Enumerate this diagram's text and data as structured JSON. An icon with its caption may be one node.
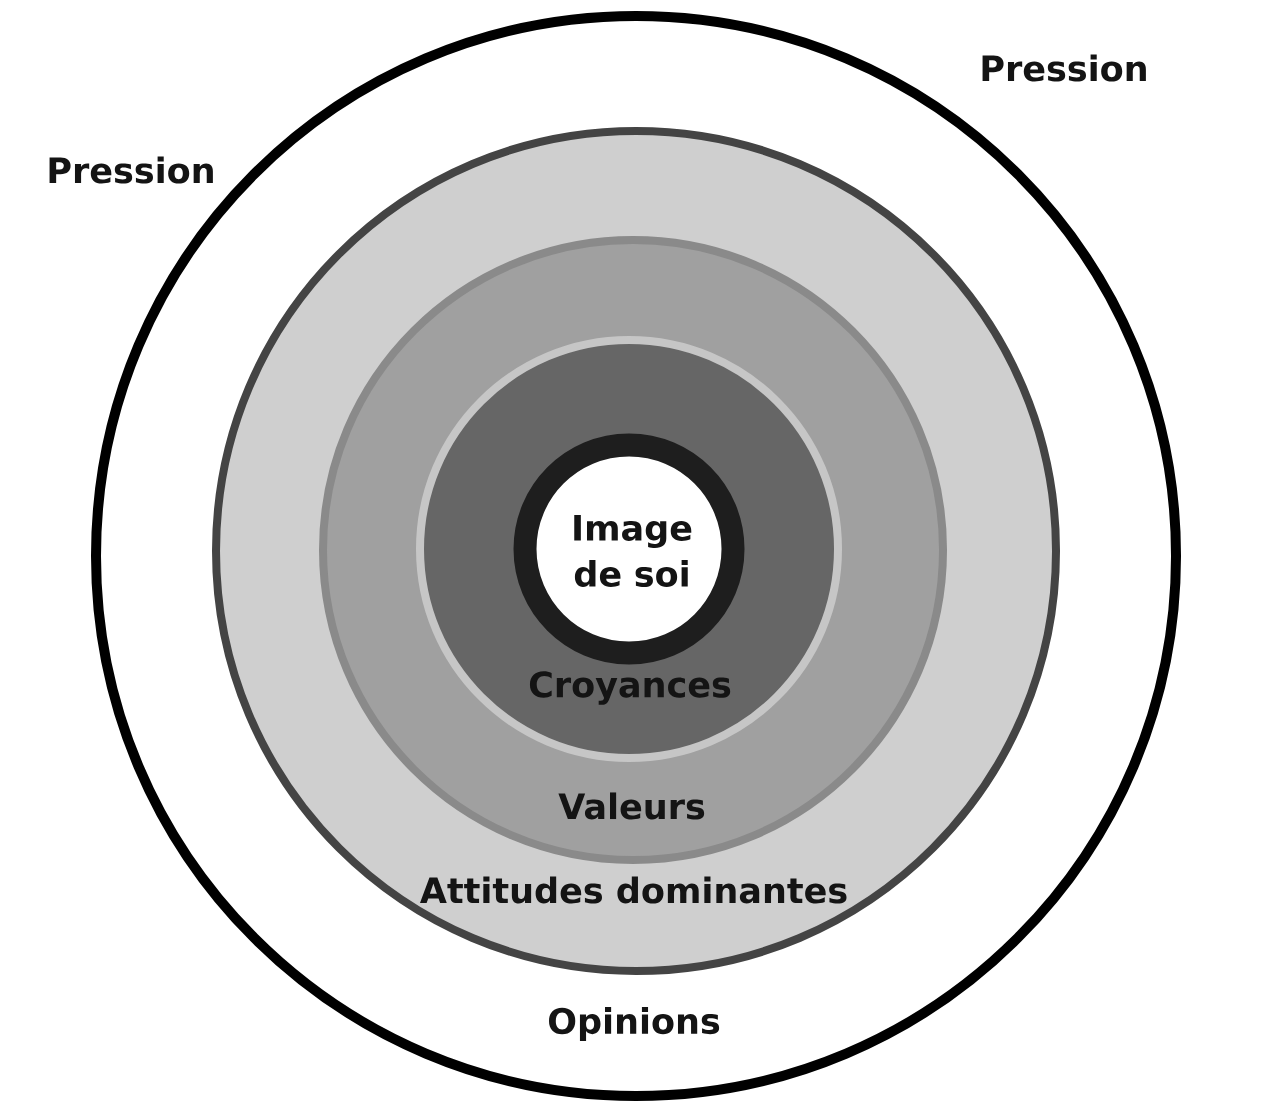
{
  "diagram": {
    "nodes": [
      {
        "text": [
          "Opinions"
        ]
      },
      {
        "text": [
          "Attitudes dominantes"
        ],
        "in": 0
      },
      {
        "text": [
          "Valeurs"
        ],
        "in": 1
      },
      {
        "text": [
          "Croyances"
        ],
        "in": 2
      },
      {
        "text": [
          "Image de soi"
        ],
        "in": 3
      }
    ],
    "labels": [
      "Pression",
      "Pression"
    ]
  }
}
